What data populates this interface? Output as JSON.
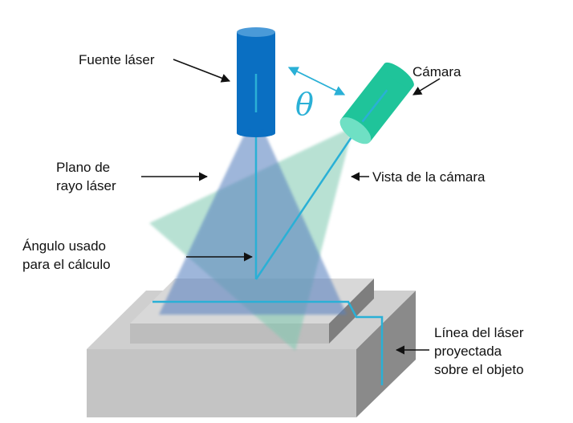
{
  "labels": {
    "laser_source": "Fuente láser",
    "camera": "Cámara",
    "theta": "θ",
    "plane_line1": "Plano de",
    "plane_line2": "rayo láser",
    "camera_view": "Vista de la cámara",
    "angle_line1": "Ángulo usado",
    "angle_line2": "para el cálculo",
    "projected_line1": "Línea del láser",
    "projected_line2": "proyectada",
    "projected_line3": "sobre el objeto"
  },
  "colors": {
    "laser_body": "#0a6fc2",
    "laser_top": "#4a9ad8",
    "camera_body": "#1fc49a",
    "camera_lens": "#6fe0c4",
    "beam_line": "#2ab0d6",
    "laser_plane": "#5a82c0",
    "camera_view": "#7fc9b0",
    "block_top": "#cfcfcf",
    "block_front": "#c4c4c4",
    "block_side": "#8a8a8a",
    "step_top": "#d8d8d8",
    "step_front": "#bdbdbd",
    "step_side": "#7e7e7e",
    "theta_color": "#2ab0d6"
  }
}
